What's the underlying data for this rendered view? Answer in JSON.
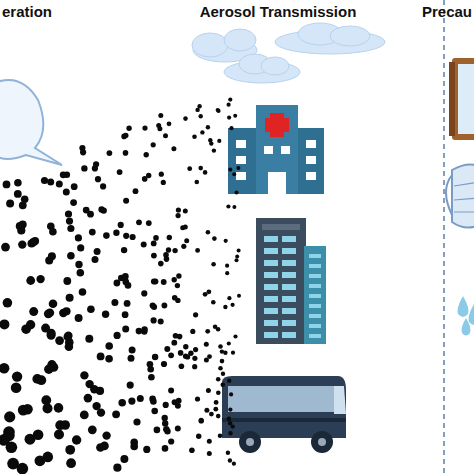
{
  "diagram": {
    "labels": [
      "eration",
      "Aerosol Transmission",
      "Precau"
    ]
  }
}
